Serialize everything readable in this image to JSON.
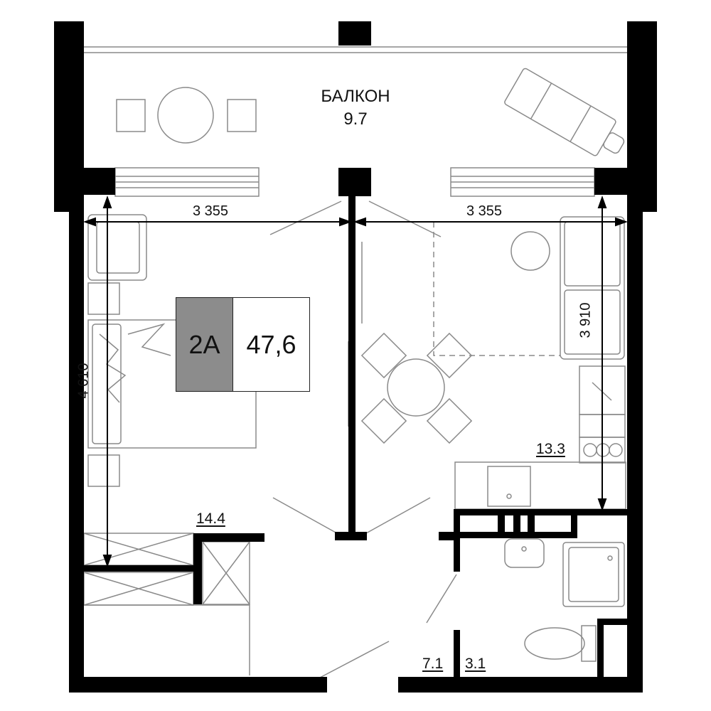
{
  "plan": {
    "unit_type": "2A",
    "total_area": "47,6",
    "rooms": {
      "balcony_name": "БАЛКОН",
      "balcony_area": "9.7",
      "bedroom_area": "14.4",
      "living_kitchen_area": "13.3",
      "hall_area": "7.1",
      "bathroom_area": "3.1"
    },
    "dimensions": {
      "bedroom_width": "3 355",
      "living_width": "3 355",
      "bedroom_depth": "4 610",
      "living_depth": "3 910"
    }
  }
}
